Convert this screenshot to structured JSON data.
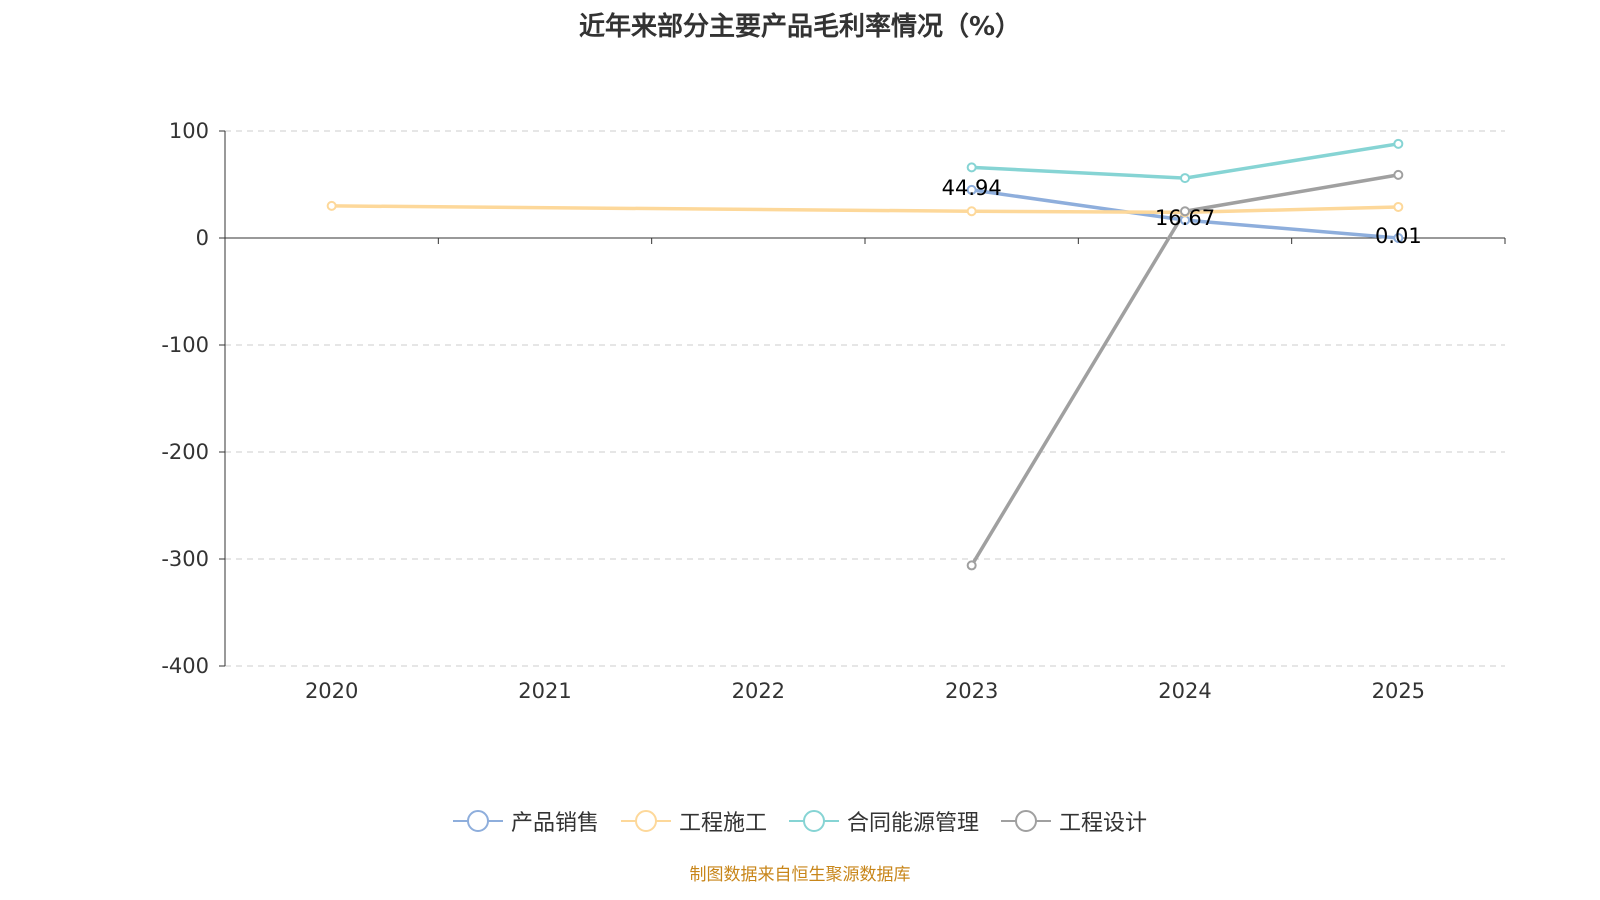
{
  "title": "近年来部分主要产品毛利率情况（%）",
  "source": "制图数据来自恒生聚源数据库",
  "chart_data": {
    "type": "line",
    "title": "近年来部分主要产品毛利率情况（%）",
    "categories": [
      "2020",
      "2021",
      "2022",
      "2023",
      "2024",
      "2025"
    ],
    "ylim": [
      -400,
      100
    ],
    "yticks": [
      100,
      0,
      -100,
      -200,
      -300,
      -400
    ],
    "grid": true,
    "legend_position": "bottom",
    "series": [
      {
        "name": "产品销售",
        "color": "#8eaedc",
        "values": [
          null,
          null,
          null,
          44.94,
          16.67,
          0.01
        ],
        "labels": [
          "",
          "",
          "",
          "44.94",
          "16.67",
          "0.01"
        ]
      },
      {
        "name": "工程施工",
        "color": "#fdd89a",
        "values": [
          30,
          null,
          null,
          25,
          24,
          29
        ]
      },
      {
        "name": "合同能源管理",
        "color": "#86d4d4",
        "values": [
          null,
          null,
          null,
          66,
          56,
          88
        ]
      },
      {
        "name": "工程设计",
        "color": "#a0a0a0",
        "values": [
          null,
          null,
          null,
          -306,
          25,
          59
        ]
      }
    ]
  }
}
